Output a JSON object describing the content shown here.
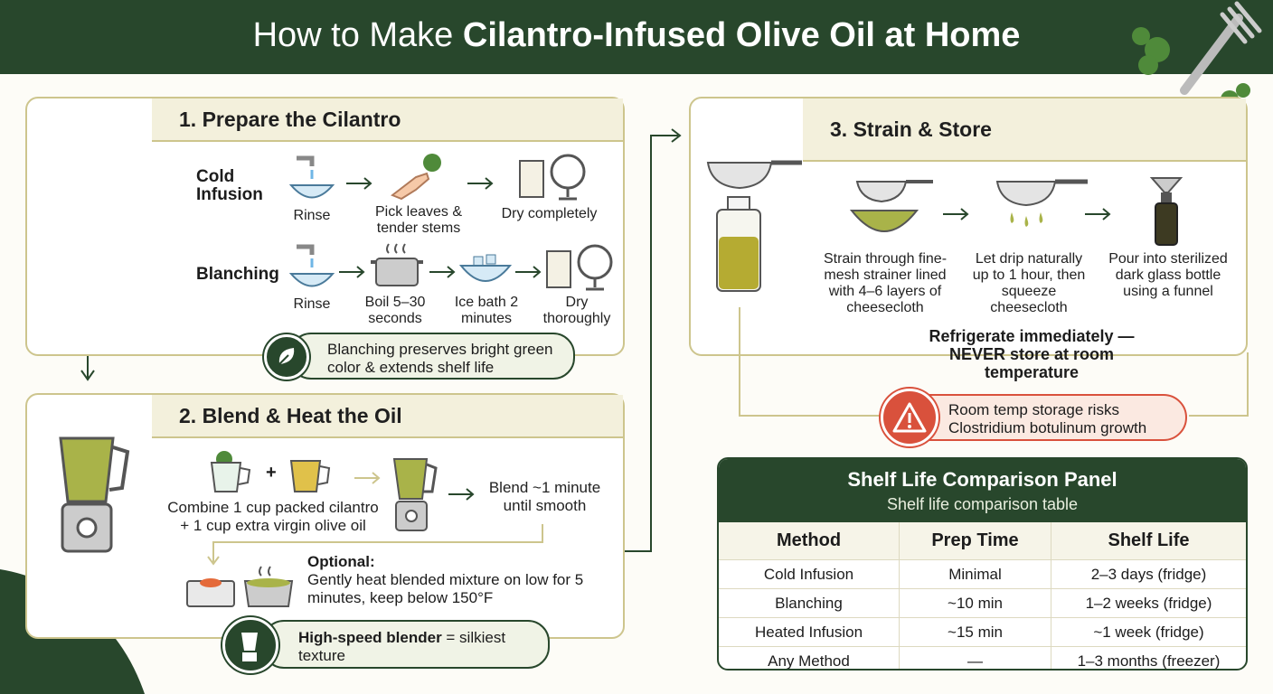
{
  "title": {
    "prefix": "How to Make ",
    "bold": "Cilantro-Infused Olive Oil at Home"
  },
  "step1": {
    "heading": "1. Prepare the Cilantro",
    "cold_label": "Cold Infusion",
    "blanch_label": "Blanching",
    "cold_steps": [
      "Rinse",
      "Pick leaves & tender stems",
      "Dry completely"
    ],
    "blanch_steps": [
      "Rinse",
      "Boil 5–30 seconds",
      "Ice bath 2 minutes",
      "Dry thoroughly"
    ],
    "tip": "Blanching preserves bright green color & extends shelf life"
  },
  "step2": {
    "heading": "2. Blend & Heat the Oil",
    "combine": "Combine 1 cup packed cilantro + 1 cup extra virgin olive oil",
    "plus": "+",
    "blend": "Blend ~1 minute until smooth",
    "optional_label": "Optional:",
    "optional_text": "Gently heat blended mixture on low for 5 minutes, keep below 150°F",
    "tip_bold": "High-speed blender",
    "tip_rest": " = silkiest texture"
  },
  "step3": {
    "heading": "3. Strain & Store",
    "steps": [
      "Strain through fine-mesh strainer lined with 4–6 layers of cheesecloth",
      "Let drip naturally up to 1 hour, then squeeze cheesecloth",
      "Pour into sterilized dark glass bottle using a funnel"
    ],
    "warning_bold": "Refrigerate immediately — NEVER store at room temperature",
    "alert": "Room temp storage risks Clostridium botulinum growth"
  },
  "table": {
    "title": "Shelf Life Comparison Panel",
    "subtitle": "Shelf life comparison table",
    "headers": [
      "Method",
      "Prep Time",
      "Shelf Life"
    ],
    "rows": [
      [
        "Cold Infusion",
        "Minimal",
        "2–3 days (fridge)"
      ],
      [
        "Blanching",
        "~10 min",
        "1–2 weeks (fridge)"
      ],
      [
        "Heated Infusion",
        "~15 min",
        "~1 week (fridge)"
      ],
      [
        "Any Method",
        "—",
        "1–3 months (freezer)"
      ]
    ]
  },
  "colors": {
    "brand_green": "#28472c",
    "accent_gold": "#cdc58d",
    "alert_red": "#d9513c"
  }
}
